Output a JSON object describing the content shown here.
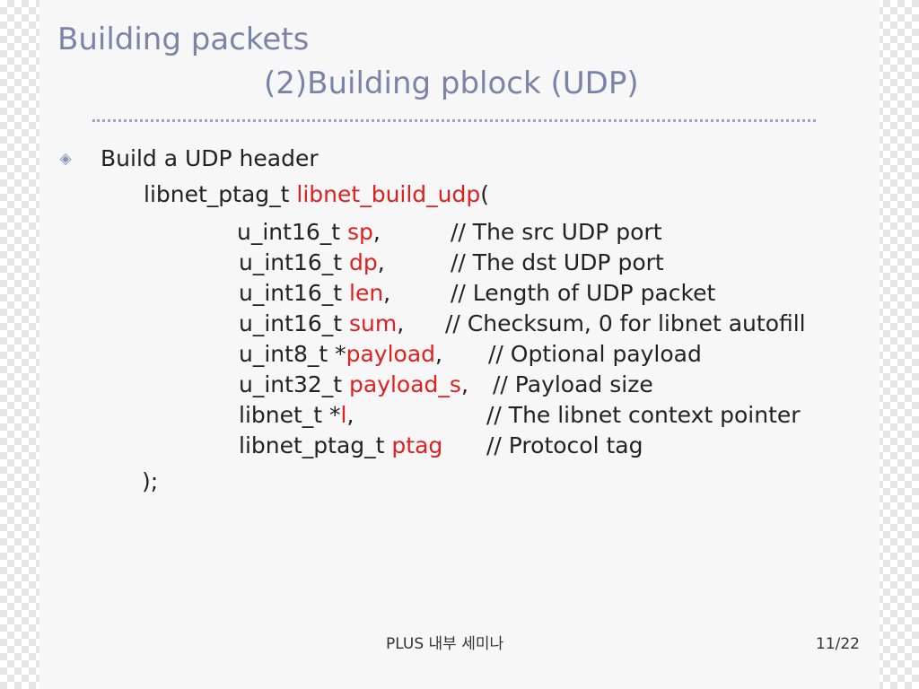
{
  "title": {
    "line1": "Building packets",
    "line2": "(2)Building pblock (UDP)"
  },
  "bullet": {
    "icon": "diamond-bullet-icon",
    "text": "Build a UDP header"
  },
  "code": {
    "signature": {
      "type": "libnet_ptag_t ",
      "func": "libnet_build_udp",
      "open": "("
    },
    "params": [
      {
        "type": "u_int16_t ",
        "name": "sp",
        "sep": ",",
        "comment": "// The src UDP port"
      },
      {
        "type": "u_int16_t ",
        "name": "dp",
        "sep": ",",
        "comment": "// The dst UDP port"
      },
      {
        "type": "u_int16_t ",
        "name": "len",
        "sep": ",",
        "comment": "// Length of UDP packet"
      },
      {
        "type": "u_int16_t ",
        "name": "sum",
        "sep": ",",
        "comment": "// Checksum, 0 for libnet autofill"
      },
      {
        "type": "u_int8_t *",
        "name": "payload",
        "sep": ",",
        "comment": "// Optional payload"
      },
      {
        "type": "u_int32_t ",
        "name": "payload_s",
        "sep": ",",
        "comment": "// Payload size"
      },
      {
        "type": "libnet_t *",
        "name": "l",
        "sep": ",",
        "comment": "// The libnet context pointer"
      },
      {
        "type": "libnet_ptag_t ",
        "name": "ptag",
        "sep": "",
        "comment": "// Protocol tag"
      }
    ],
    "close": ");"
  },
  "footer": {
    "center": "PLUS 내부 세미나",
    "page": "11/22"
  }
}
